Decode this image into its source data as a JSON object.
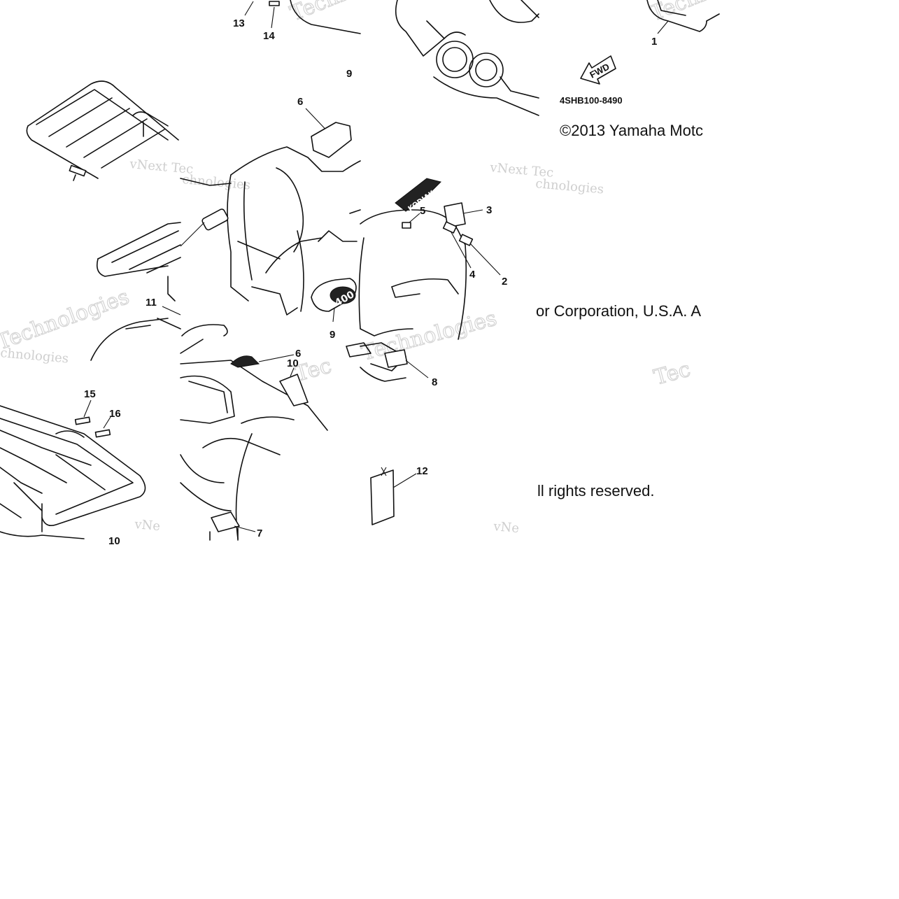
{
  "diagram": {
    "part_number": "4SHB100-8490",
    "fwd_label": "FWD",
    "copyright_fragments": [
      "©2013 Yamaha Motc",
      "or Corporation, U.S.A. A",
      "ll rights reserved."
    ],
    "watermark_fragments": [
      "vNext Tec",
      "Techno",
      "vNext Technologies",
      "Tec",
      "vNe",
      "Technologies",
      "chnologies"
    ],
    "callouts": [
      "1",
      "2",
      "3",
      "4",
      "5",
      "6",
      "6",
      "7",
      "8",
      "9",
      "9",
      "10",
      "11",
      "12",
      "13",
      "14",
      "15",
      "16",
      "10"
    ]
  }
}
